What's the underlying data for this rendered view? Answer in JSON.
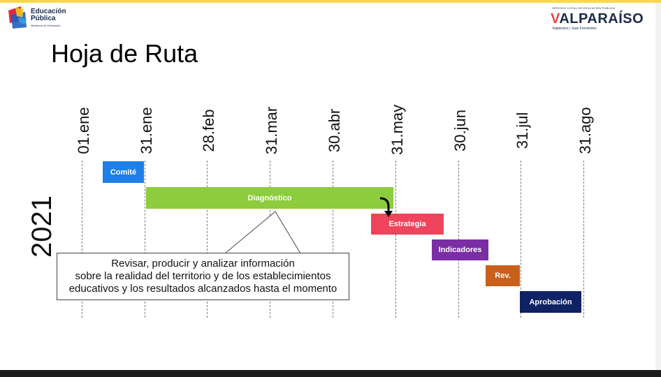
{
  "header": {
    "logo_left": {
      "line1": "Educación",
      "line2": "Pública",
      "line3": "Ministerio de Educación"
    },
    "logo_right": {
      "top": "SERVICIO LOCAL DE EDUCACIÓN PÚBLICA",
      "main_prefix": "V",
      "main_rest": "ALPARAÍSO",
      "sub": "Valparaíso | Juan Fernández"
    }
  },
  "slide": {
    "title": "Hoja de Ruta",
    "year": "2021"
  },
  "timeline": {
    "ticks": [
      {
        "label": "01.ene"
      },
      {
        "label": "31.ene"
      },
      {
        "label": "28.feb"
      },
      {
        "label": "31.mar"
      },
      {
        "label": "30.abr"
      },
      {
        "label": "31.may"
      },
      {
        "label": "30.jun"
      },
      {
        "label": "31.jul"
      },
      {
        "label": "31.ago"
      }
    ],
    "tasks": [
      {
        "label": "Comité",
        "color": "#1e7fe6"
      },
      {
        "label": "Diagnóstico",
        "color": "#8ccc3d"
      },
      {
        "label": "Estrategia",
        "color": "#f0435c"
      },
      {
        "label": "Indicadores",
        "color": "#7a2ea3"
      },
      {
        "label": "Rev.",
        "color": "#c8601c"
      },
      {
        "label": "Aprobación",
        "color": "#0e2264"
      }
    ]
  },
  "callout": {
    "line1": "Revisar, producir y analizar información",
    "line2": "sobre la realidad del territorio y de los establecimientos",
    "line3": "educativos y los resultados alcanzados hasta el momento"
  },
  "colors": {
    "top_bar": "#f7d84a",
    "bottom_bar": "#1d1d1d"
  }
}
